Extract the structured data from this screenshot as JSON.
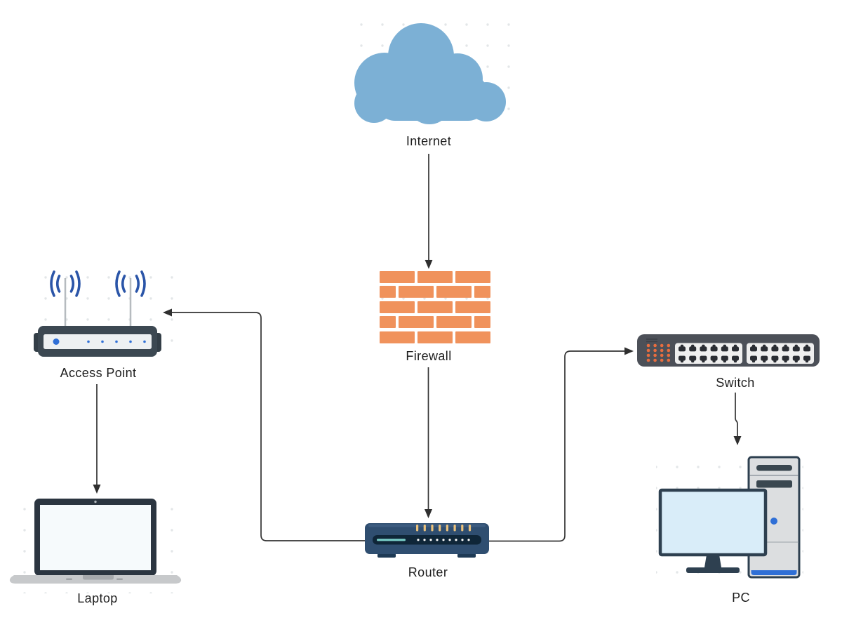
{
  "diagram": {
    "type": "network-topology",
    "nodes": [
      {
        "id": "internet",
        "label": "Internet",
        "icon": "cloud-icon"
      },
      {
        "id": "firewall",
        "label": "Firewall",
        "icon": "brick-wall-icon"
      },
      {
        "id": "access_point",
        "label": "Access Point",
        "icon": "wireless-access-point-icon"
      },
      {
        "id": "switch",
        "label": "Switch",
        "icon": "network-switch-icon"
      },
      {
        "id": "router",
        "label": "Router",
        "icon": "router-icon"
      },
      {
        "id": "laptop",
        "label": "Laptop",
        "icon": "laptop-icon"
      },
      {
        "id": "pc",
        "label": "PC",
        "icon": "desktop-tower-icon"
      }
    ],
    "edges": [
      {
        "from": "Internet",
        "to": "Firewall"
      },
      {
        "from": "Firewall",
        "to": "Router"
      },
      {
        "from": "Router",
        "to": "Access Point"
      },
      {
        "from": "Router",
        "to": "Switch"
      },
      {
        "from": "Access Point",
        "to": "Laptop"
      },
      {
        "from": "Switch",
        "to": "PC"
      }
    ],
    "colors": {
      "cloud": "#7CB0D5",
      "brick": "#F0925C",
      "device_dark": "#3C4852",
      "router_body": "#2F4E70",
      "router_display": "#0F2638",
      "switch_body": "#4C5058",
      "accent_blue": "#2F6FD6",
      "signal_blue": "#2B55A8",
      "led_orange": "#E86D3F",
      "port_yellow": "#ECC27B",
      "teal": "#7ACFC9",
      "screen_light": "#D9EDF9",
      "connector": "#333333",
      "label_text": "#1E1E1E"
    }
  }
}
